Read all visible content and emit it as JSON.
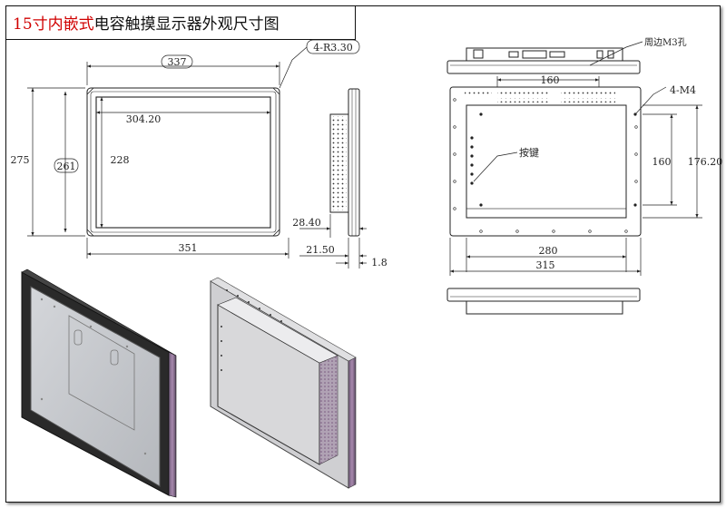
{
  "title": {
    "red": "15寸内嵌式",
    "black": "电容触摸显示器外观尺寸图"
  },
  "front_view": {
    "width_outer": "337",
    "width_inner": "304.20",
    "width_bottom": "351",
    "height_outer": "275",
    "height_inner": "261",
    "height_view": "228",
    "corner_radius": "4-R3.30"
  },
  "side_view": {
    "depth_total": "28.40",
    "depth_bezel": "21.50",
    "bezel_thickness": "1.8"
  },
  "back_view": {
    "mount_holes": "周边M3孔",
    "vesa_screws": "4-M4",
    "top_spacing": "160",
    "keys_label": "按键",
    "vert_spacing": "160",
    "vert_total": "176.20",
    "bottom_inner": "280",
    "bottom_total": "315"
  },
  "colors": {
    "line": "#222222",
    "title_red": "#d00000",
    "bezel_dark": "#2a2a2a",
    "panel_grey": "#c8c8ca",
    "side_purple": "#9a7aa0"
  }
}
